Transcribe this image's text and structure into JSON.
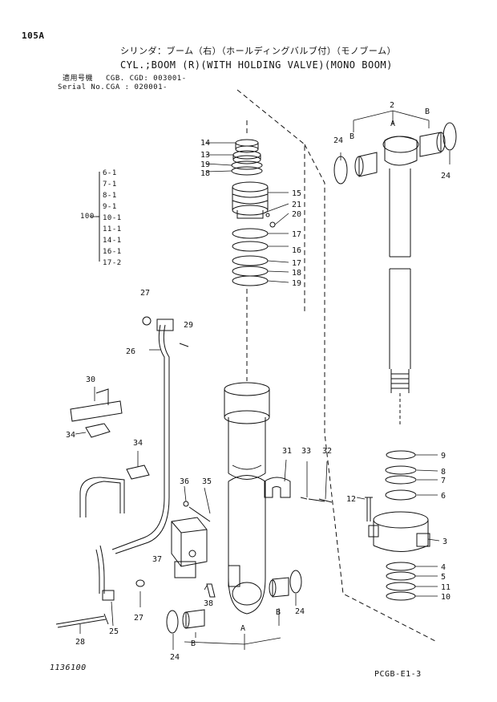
{
  "page": {
    "section_code": "105A",
    "title_jp": "シリンダ：ブーム（右）（ホールディングバルブ付）（モノブーム）",
    "title_en": "CYL.;BOOM (R)(WITH HOLDING VALVE)(MONO BOOM)",
    "applicable_label_jp": "適用号機",
    "applicable_value": "CGB. CGD: 003001-",
    "serial_label": "Serial No.",
    "serial_value": "CGA : 020001-",
    "drawing_no": "1136100",
    "page_code": "PCGB-E1-3"
  },
  "group_100": {
    "label": "100",
    "items": [
      "6-1",
      "7-1",
      "8-1",
      "9-1",
      "10-1",
      "11-1",
      "14-1",
      "16-1",
      "17-2"
    ]
  },
  "callouts": [
    {
      "id": "c2",
      "text": "2"
    },
    {
      "id": "c24a",
      "text": "24"
    },
    {
      "id": "c24b",
      "text": "24"
    },
    {
      "id": "cA1",
      "text": "A"
    },
    {
      "id": "cB1",
      "text": "B"
    },
    {
      "id": "cB2",
      "text": "B"
    },
    {
      "id": "c14",
      "text": "14"
    },
    {
      "id": "c13",
      "text": "13"
    },
    {
      "id": "c19a",
      "text": "19"
    },
    {
      "id": "c18a",
      "text": "18"
    },
    {
      "id": "c15",
      "text": "15"
    },
    {
      "id": "c21",
      "text": "21"
    },
    {
      "id": "c20",
      "text": "20"
    },
    {
      "id": "c17a",
      "text": "17"
    },
    {
      "id": "c16",
      "text": "16"
    },
    {
      "id": "c17b",
      "text": "17"
    },
    {
      "id": "c18b",
      "text": "18"
    },
    {
      "id": "c19b",
      "text": "19"
    },
    {
      "id": "c27a",
      "text": "27"
    },
    {
      "id": "c29",
      "text": "29"
    },
    {
      "id": "c26",
      "text": "26"
    },
    {
      "id": "c30",
      "text": "30"
    },
    {
      "id": "c34a",
      "text": "34"
    },
    {
      "id": "c34b",
      "text": "34"
    },
    {
      "id": "c36",
      "text": "36"
    },
    {
      "id": "c35",
      "text": "35"
    },
    {
      "id": "c31",
      "text": "31"
    },
    {
      "id": "c33",
      "text": "33"
    },
    {
      "id": "c32",
      "text": "32"
    },
    {
      "id": "c9",
      "text": "9"
    },
    {
      "id": "c8",
      "text": "8"
    },
    {
      "id": "c7",
      "text": "7"
    },
    {
      "id": "c6",
      "text": "6"
    },
    {
      "id": "c12",
      "text": "12"
    },
    {
      "id": "c3",
      "text": "3"
    },
    {
      "id": "c4",
      "text": "4"
    },
    {
      "id": "c5",
      "text": "5"
    },
    {
      "id": "c11",
      "text": "11"
    },
    {
      "id": "c10",
      "text": "10"
    },
    {
      "id": "c37",
      "text": "37"
    },
    {
      "id": "c38",
      "text": "38"
    },
    {
      "id": "c27b",
      "text": "27"
    },
    {
      "id": "c25",
      "text": "25"
    },
    {
      "id": "c28",
      "text": "28"
    },
    {
      "id": "c24c",
      "text": "24"
    },
    {
      "id": "c24d",
      "text": "24"
    },
    {
      "id": "cA2",
      "text": "A"
    },
    {
      "id": "cB3",
      "text": "B"
    },
    {
      "id": "cB4",
      "text": "B"
    }
  ]
}
